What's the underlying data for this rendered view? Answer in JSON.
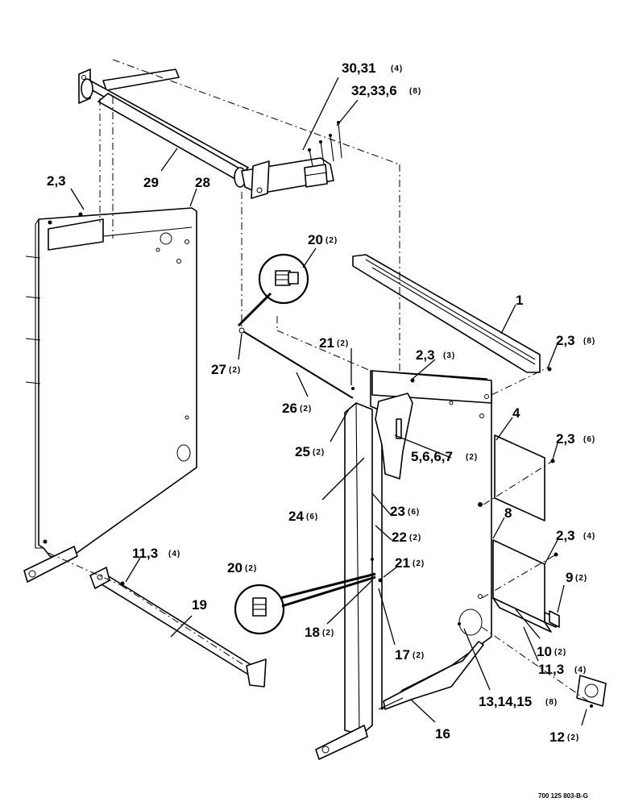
{
  "callouts": [
    {
      "id": "c1",
      "num": "30,31",
      "qty": "(4)"
    },
    {
      "id": "c2",
      "num": "32,33,6",
      "qty": "(8)"
    },
    {
      "id": "c3",
      "num": "2,3",
      "qty": ""
    },
    {
      "id": "c4",
      "num": "29",
      "qty": ""
    },
    {
      "id": "c5",
      "num": "28",
      "qty": ""
    },
    {
      "id": "c6",
      "num": "20",
      "qty": "(2)"
    },
    {
      "id": "c7",
      "num": "1",
      "qty": ""
    },
    {
      "id": "c8",
      "num": "2,3",
      "qty": "(8)"
    },
    {
      "id": "c9",
      "num": "21",
      "qty": "(2)"
    },
    {
      "id": "c10",
      "num": "27",
      "qty": "(2)"
    },
    {
      "id": "c11",
      "num": "2,3",
      "qty": "(3)"
    },
    {
      "id": "c12",
      "num": "26",
      "qty": "(2)"
    },
    {
      "id": "c13",
      "num": "4",
      "qty": ""
    },
    {
      "id": "c14",
      "num": "2,3",
      "qty": "(6)"
    },
    {
      "id": "c15",
      "num": "25",
      "qty": "(2)"
    },
    {
      "id": "c16",
      "num": "5,6,6,7",
      "qty": "(2)"
    },
    {
      "id": "c17",
      "num": "24",
      "qty": "(6)"
    },
    {
      "id": "c18",
      "num": "23",
      "qty": "(6)"
    },
    {
      "id": "c19",
      "num": "8",
      "qty": ""
    },
    {
      "id": "c20",
      "num": "22",
      "qty": "(2)"
    },
    {
      "id": "c21",
      "num": "2,3",
      "qty": "(4)"
    },
    {
      "id": "c22",
      "num": "11,3",
      "qty": "(4)"
    },
    {
      "id": "c23",
      "num": "20",
      "qty": "(2)"
    },
    {
      "id": "c24",
      "num": "21",
      "qty": "(2)"
    },
    {
      "id": "c25",
      "num": "9",
      "qty": "(2)"
    },
    {
      "id": "c26",
      "num": "19",
      "qty": ""
    },
    {
      "id": "c27",
      "num": "18",
      "qty": "(2)"
    },
    {
      "id": "c28",
      "num": "10",
      "qty": "(2)"
    },
    {
      "id": "c29",
      "num": "17",
      "qty": "(2)"
    },
    {
      "id": "c30",
      "num": "11,3",
      "qty": "(4)"
    },
    {
      "id": "c31",
      "num": "13,14,15",
      "qty": "(8)"
    },
    {
      "id": "c32",
      "num": "16",
      "qty": ""
    },
    {
      "id": "c33",
      "num": "12",
      "qty": "(2)"
    }
  ],
  "document_number": "700 125 803-B-G"
}
